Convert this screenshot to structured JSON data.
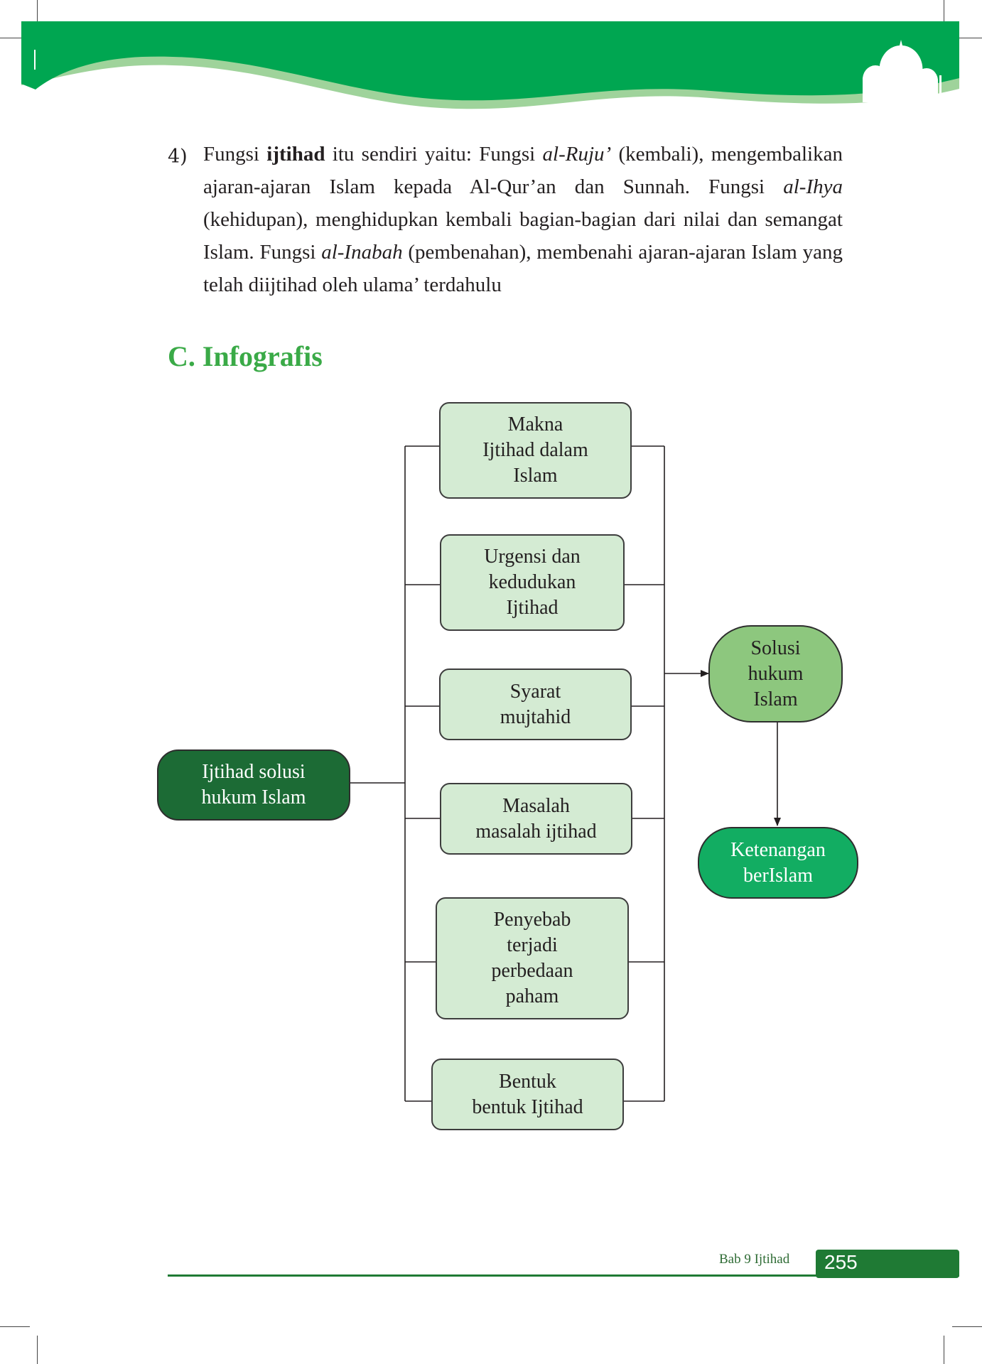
{
  "item_number": "4)",
  "paragraph": {
    "t1": "Fungsi ",
    "b1": "ijtihad",
    "t2": " itu sendiri yaitu: Fungsi ",
    "i1": "al-Ruju’",
    "t3": " (kembali), mengembalikan ajaran-ajaran Islam kepada Al-Qur’an dan Sunnah. Fungsi ",
    "i2": "al-Ihya",
    "t4": " (kehidupan), menghidupkan kembali bagian-bagian dari nilai dan semangat Islam. Fungsi ",
    "i3": "al-Inabah",
    "t5": " (pembenahan), membenahi ajaran-ajaran Islam yang telah diijtihad oleh ulama’ terdahulu"
  },
  "section_heading": "C. Infografis",
  "infographic": {
    "root": "Ijtihad solusi\nhukum Islam",
    "topics": [
      "Makna\nIjtihad dalam\nIslam",
      "Urgensi dan\nkedudukan\nIjtihad",
      "Syarat\nmujtahid",
      "Masalah\nmasalah ijtihad",
      "Penyebab\nterjadi\nperbedaan\npaham",
      "Bentuk\nbentuk Ijtihad"
    ],
    "result": "Solusi\nhukum\nIslam",
    "outcome": "Ketenangan\nberIslam"
  },
  "footer": {
    "chapter": "Bab 9 Ijtihad",
    "page_number": "255"
  },
  "colors": {
    "header_green": "#00a651",
    "header_wave_light": "#9fd39b",
    "heading_green": "#3aaa47",
    "topic_fill": "#d4ebd3",
    "root_fill": "#1c6b35",
    "result_fill": "#8dc77e",
    "outcome_fill": "#12ad62",
    "footer_green": "#1f7a34"
  }
}
